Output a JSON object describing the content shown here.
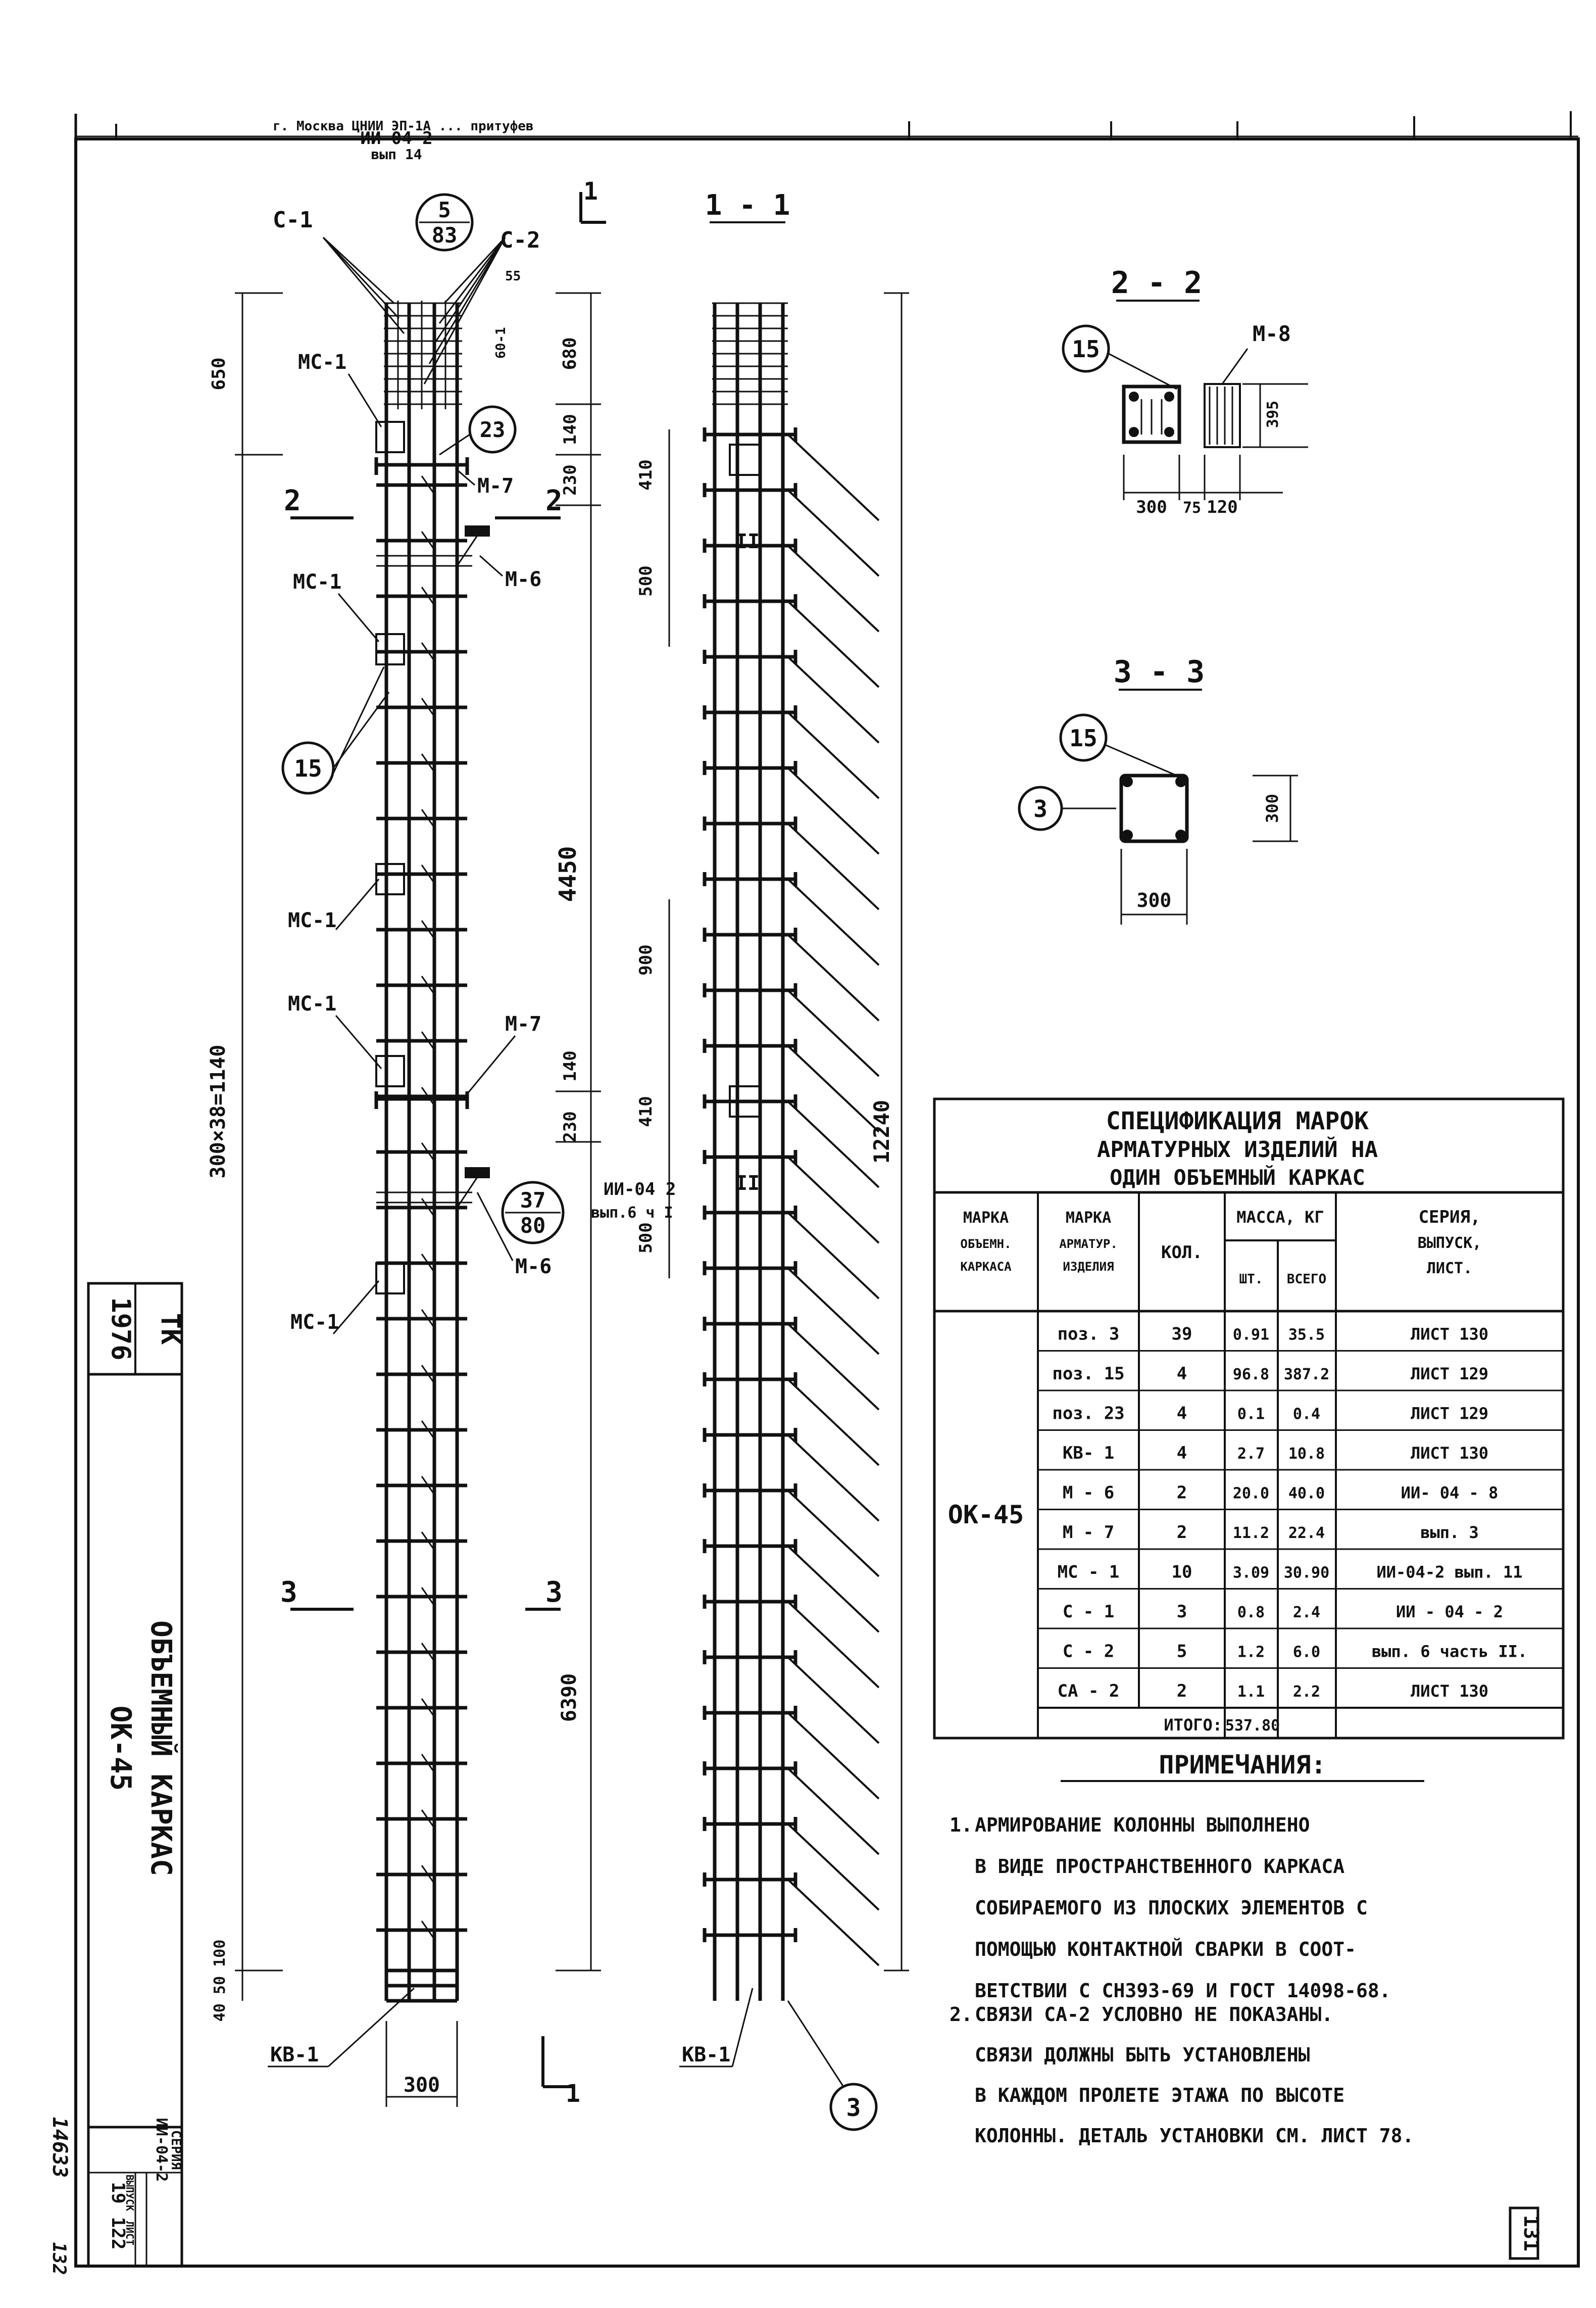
{
  "header_text": "г. Москва  ЦНИИ  ЭП-1А  ...  притуфев",
  "sheet": {
    "ref_top": "ИИ-04-2",
    "ref_top_sub": "вып 14",
    "section_a": "1 - 1",
    "section_b": "2 - 2",
    "section_c": "3 - 3",
    "page_number": "131",
    "archive_number": "14633",
    "bottom_number": "132"
  },
  "elevation": {
    "labels": {
      "c1": "С-1",
      "c2": "С-2",
      "mc1": "МС-1",
      "m7": "М-7",
      "m6": "М-6",
      "kb1": "КВ-1",
      "mark_5_83_top": "5",
      "mark_5_83_bot": "83",
      "mark_23": "23",
      "mark_15": "15",
      "mark_37_80_top": "37",
      "mark_37_80_bot": "80",
      "ref_side": "ИИ-04 2",
      "ref_side_sub": "вып.6 ч I",
      "cut2": "2",
      "cut3": "3",
      "cut1": "1"
    },
    "dims_left": [
      "650",
      "300×38=1140",
      "40 50 100"
    ],
    "dims_right": [
      "680",
      "140",
      "230",
      "4450",
      "140",
      "230",
      "6390"
    ],
    "dim_bottom": "300",
    "c2_small": "55",
    "c2_small2": "60-1"
  },
  "section_view": {
    "dims": [
      "410",
      "500",
      "900",
      "410",
      "500",
      "12240"
    ],
    "kb1": "КВ-1",
    "mark_3": "3"
  },
  "section22": {
    "mark": "15",
    "m8": "М-8",
    "dims": [
      "300",
      "75",
      "120",
      "395"
    ]
  },
  "section33": {
    "mark15": "15",
    "mark3": "3",
    "dim_w": "300",
    "dim_h": "300"
  },
  "spec": {
    "title1": "СПЕЦИФИКАЦИЯ  МАРОК",
    "title2": "АРМАТУРНЫХ  ИЗДЕЛИЙ  НА",
    "title3": "ОДИН  ОБЪЕМНЫЙ  КАРКАС",
    "headers": {
      "col1": "МАРКА ОБЪЕМН. КАРКАСА",
      "col2": "МАРКА АРМАТУР. ИЗДЕЛИЯ",
      "col3": "КОЛ.",
      "mass": "МАССА, КГ",
      "mass_pc": "ШТ.",
      "mass_total": "ВСЕГО",
      "col6": "СЕРИЯ, ВЫПУСК, ЛИСТ."
    },
    "frame_mark": "ОК-45",
    "rows": [
      {
        "item": "поз. 3",
        "qty": "39",
        "pc": "0.91",
        "total": "35.5",
        "ref": "ЛИСТ 130"
      },
      {
        "item": "поз. 15",
        "qty": "4",
        "pc": "96.8",
        "total": "387.2",
        "ref": "ЛИСТ 129"
      },
      {
        "item": "поз. 23",
        "qty": "4",
        "pc": "0.1",
        "total": "0.4",
        "ref": "ЛИСТ 129"
      },
      {
        "item": "КВ- 1",
        "qty": "4",
        "pc": "2.7",
        "total": "10.8",
        "ref": "ЛИСТ 130"
      },
      {
        "item": "М - 6",
        "qty": "2",
        "pc": "20.0",
        "total": "40.0",
        "ref": "ИИ- 04 - 8"
      },
      {
        "item": "М - 7",
        "qty": "2",
        "pc": "11.2",
        "total": "22.4",
        "ref": "вып. 3"
      },
      {
        "item": "МС - 1",
        "qty": "10",
        "pc": "3.09",
        "total": "30.90",
        "ref": "ИИ-04-2 вып. 11"
      },
      {
        "item": "С - 1",
        "qty": "3",
        "pc": "0.8",
        "total": "2.4",
        "ref": "ИИ - 04 - 2"
      },
      {
        "item": "С - 2",
        "qty": "5",
        "pc": "1.2",
        "total": "6.0",
        "ref": "вып. 6 часть II."
      },
      {
        "item": "СА - 2",
        "qty": "2",
        "pc": "1.1",
        "total": "2.2",
        "ref": "ЛИСТ 130"
      }
    ],
    "total_label": "ИТОГО:",
    "total_value": "537.80"
  },
  "notes": {
    "title": "ПРИМЕЧАНИЯ:",
    "n1_num": "1.",
    "n1_lines": [
      "АРМИРОВАНИЕ  КОЛОННЫ  ВЫПОЛНЕНО",
      "В  ВИДЕ  ПРОСТРАНСТВЕННОГО  КАРКАСА",
      "СОБИРАЕМОГО  ИЗ  ПЛОСКИХ  ЭЛЕМЕНТОВ  С",
      "ПОМОЩЬЮ  КОНТАКТНОЙ  СВАРКИ  В  СООТ-",
      "ВЕТСТВИИ  С  СН393-69  И  ГОСТ 14098-68."
    ],
    "n2_num": "2.",
    "n2_lines": [
      "СВЯЗИ  СА-2  УСЛОВНО  НЕ  ПОКАЗАНЫ.",
      "СВЯЗИ  ДОЛЖНЫ  БЫТЬ  УСТАНОВЛЕНЫ",
      "В КАЖДОМ  ПРОЛЕТЕ  ЭТАЖА  ПО  ВЫСОТЕ",
      "КОЛОННЫ.  ДЕТАЛЬ  УСТАНОВКИ  СМ.  ЛИСТ 78."
    ]
  },
  "stamp": {
    "tk": "ТК",
    "year": "1976",
    "title1": "ОБЪЕМНЫЙ  КАРКАС",
    "title2": "ОК-45",
    "series_label": "СЕРИЯ",
    "series_value": "ИИ-04-2",
    "issue_label": "ВЫПУСК",
    "issue_value": "19",
    "sheet_label": "ЛИСТ",
    "sheet_value": "122"
  }
}
